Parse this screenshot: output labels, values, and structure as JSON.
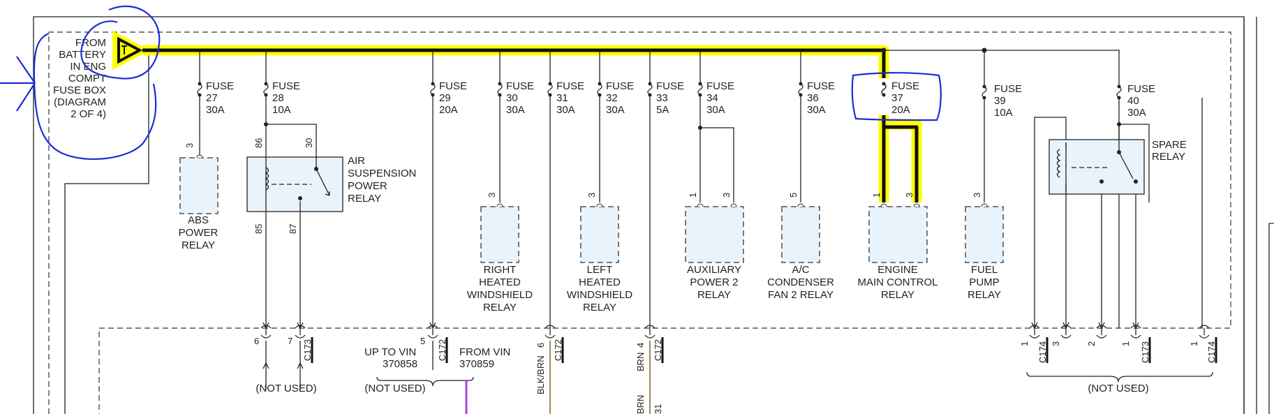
{
  "battery_source": [
    "FROM",
    "BATTERY",
    "IN ENG",
    "COMPT",
    "FUSE BOX",
    "(DIAGRAM",
    "2 OF 4)"
  ],
  "fuses": [
    {
      "name": "FUSE",
      "num": "27",
      "amp": "30A"
    },
    {
      "name": "FUSE",
      "num": "28",
      "amp": "10A"
    },
    {
      "name": "FUSE",
      "num": "29",
      "amp": "20A"
    },
    {
      "name": "FUSE",
      "num": "30",
      "amp": "30A"
    },
    {
      "name": "FUSE",
      "num": "31",
      "amp": "30A"
    },
    {
      "name": "FUSE",
      "num": "32",
      "amp": "30A"
    },
    {
      "name": "FUSE",
      "num": "33",
      "amp": "5A"
    },
    {
      "name": "FUSE",
      "num": "34",
      "amp": "30A"
    },
    {
      "name": "FUSE",
      "num": "36",
      "amp": "30A"
    },
    {
      "name": "FUSE",
      "num": "37",
      "amp": "20A"
    },
    {
      "name": "FUSE",
      "num": "39",
      "amp": "10A"
    },
    {
      "name": "FUSE",
      "num": "40",
      "amp": "30A"
    }
  ],
  "relays": [
    {
      "lines": [
        "ABS",
        "POWER",
        "RELAY"
      ],
      "pins": [
        "3"
      ]
    },
    {
      "lines": [
        "AIR",
        "SUSPENSION",
        "POWER",
        "RELAY"
      ],
      "pins": [
        "86",
        "30",
        "85",
        "87"
      ]
    },
    {
      "lines": [
        "RIGHT",
        "HEATED",
        "WINDSHIELD",
        "RELAY"
      ],
      "pins": [
        "3"
      ]
    },
    {
      "lines": [
        "LEFT",
        "HEATED",
        "WINDSHIELD",
        "RELAY"
      ],
      "pins": [
        "3"
      ]
    },
    {
      "lines": [
        "AUXILIARY",
        "POWER 2",
        "RELAY"
      ],
      "pins": [
        "1",
        "3"
      ]
    },
    {
      "lines": [
        "A/C",
        "CONDENSER",
        "FAN 2 RELAY"
      ],
      "pins": [
        "5"
      ]
    },
    {
      "lines": [
        "ENGINE",
        "MAIN CONTROL",
        "RELAY"
      ],
      "pins": [
        "1",
        "3"
      ]
    },
    {
      "lines": [
        "FUEL",
        "PUMP",
        "RELAY"
      ],
      "pins": [
        "3"
      ]
    },
    {
      "lines": [
        "SPARE",
        "RELAY"
      ],
      "pins": []
    }
  ],
  "connectors": {
    "c173_left": {
      "label": "C173",
      "pins": [
        "6",
        "7"
      ]
    },
    "c172_a": {
      "label": "C172",
      "pin": "5"
    },
    "c172_b": {
      "label": "C172",
      "pin": "6"
    },
    "c172_c": {
      "label": "C172",
      "pin": "4"
    },
    "c174_a": {
      "label": "C174",
      "pins": [
        "1",
        "3",
        "2"
      ]
    },
    "c173_right": {
      "label": "C173",
      "pin": "1"
    },
    "c174_b": {
      "label": "C174",
      "pin": "1"
    }
  },
  "wire_colors": {
    "blk_brn": "BLK/BRN",
    "brn": "BRN",
    "brn_partial": "BRN",
    "partial_pin": "31"
  },
  "notes": {
    "not_used_1": "(NOT USED)",
    "not_used_2": "(NOT USED)",
    "not_used_3": "(NOT USED)",
    "up_to_vin": [
      "UP TO VIN",
      "370858"
    ],
    "from_vin": [
      "FROM VIN",
      "370859"
    ]
  },
  "colors": {
    "highlight": "#ffff00",
    "annotation_ink": "#1c2cd6",
    "relay_fill": "#e9f3fc",
    "magenta_wire": "#b040e0",
    "brown_wire": "#8a6a3a"
  }
}
